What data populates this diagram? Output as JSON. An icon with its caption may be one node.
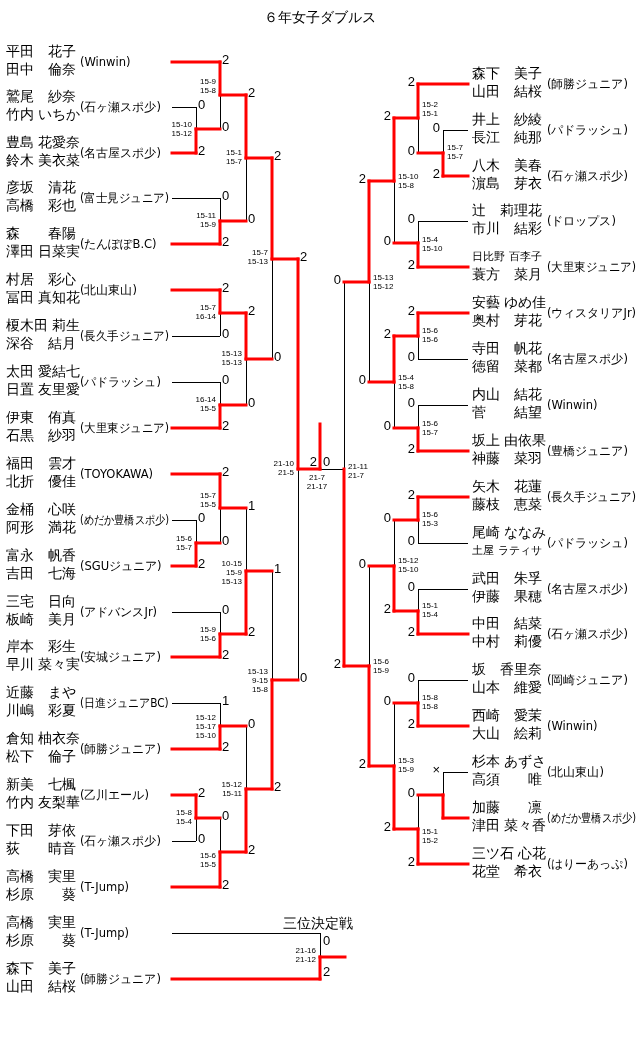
{
  "diagram": {
    "title": "６年女子ダブルス",
    "labels": [
      "平田　花子",
      "田中　倫奈",
      "(Winwin)",
      "鷲尾　紗奈",
      "竹内 いちか",
      "(石ヶ瀬スポ少)",
      "豊島 花愛奈",
      "鈴木 美衣菜",
      "(名古屋スポ少)",
      "彦坂　清花",
      "高橋　彩也",
      "(富士見ジュニア)",
      "森　　春陽",
      "澤田 日菜実",
      "(たんぽぽB.C)",
      "村居　彩心",
      "冨田 真知花",
      "(北山東山)",
      "榎木田 莉生",
      "深谷　結月",
      "(長久手ジュニア)",
      "太田 愛結七",
      "日置 友里愛",
      "(パドラッシュ)",
      "伊東　侑真",
      "石黒　紗羽",
      "(大里東ジュニア)",
      "福田　雲才",
      "北折　優佳",
      "(TOYOKAWA)",
      "金桶　心咲",
      "阿形　満花",
      "(めだか豊橋スポ少)",
      "富永　帆香",
      "吉田　七海",
      "(SGUジュニア)",
      "三宅　日向",
      "板崎　美月",
      "(アドバンスJr)",
      "岸本　彩生",
      "早川 菜々実",
      "(安城ジュニア)",
      "近藤　まや",
      "川嶋　彩夏",
      "(日進ジュニアBC)",
      "倉知 柚衣奈",
      "松下　倫子",
      "(師勝ジュニア)",
      "新美　七楓",
      "竹内 友梨華",
      "(乙川エール)",
      "下田　芽依",
      "荻　　晴音",
      "(石ヶ瀬スポ少)",
      "高橋　実里",
      "杉原　　葵",
      "(T-Jump)",
      "2",
      "0",
      "15-9 15-8",
      "0",
      "2",
      "15-10 15-12",
      "2",
      "0",
      "15-1 15-7",
      "0",
      "2",
      "15-11 15-9",
      "2",
      "0",
      "15-7 15-13",
      "2",
      "0",
      "15-7 16-14",
      "2",
      "0",
      "15-13 15-13",
      "0",
      "2",
      "16-14 15-5",
      "2",
      "0",
      "21-10 21-5",
      "2",
      "0",
      "15-7 15-5",
      "0",
      "2",
      "15-6 15-7",
      "1",
      "2",
      "10-15 15-9 15-13",
      "0",
      "2",
      "15-9 15-6",
      "1",
      "2",
      "15-13 9-15 15-8",
      "1",
      "2",
      "15-12 15-17 15-10",
      "0",
      "2",
      "15-12 15-11",
      "2",
      "0",
      "15-8 15-4",
      "0",
      "2",
      "15-6 15-5",
      "2",
      "0",
      "21-7 21-17",
      "2",
      "0",
      "15-2 15-1",
      "0",
      "2",
      "15-7 15-7",
      "2",
      "0",
      "15-10 15-8",
      "0",
      "2",
      "15-4 15-10",
      "2",
      "0",
      "15-13 15-12",
      "2",
      "0",
      "15-6 15-6",
      "2",
      "0",
      "15-4 15-8",
      "0",
      "2",
      "15-6 15-7",
      "0",
      "2",
      "21-11 21-7",
      "2",
      "0",
      "15-6 15-3",
      "0",
      "2",
      "15-12 15-10",
      "0",
      "2",
      "15-1 15-4",
      "0",
      "2",
      "15-6 15-9",
      "0",
      "2",
      "15-8 15-8",
      "0",
      "2",
      "15-3 15-9",
      "×",
      "0",
      "2",
      "15-1 15-2",
      "森下　美子",
      "山田　結桜",
      "(師勝ジュニア)",
      "井上　紗綾",
      "長江　純那",
      "(パドラッシュ)",
      "八木　美春",
      "濵島　芽衣",
      "(石ヶ瀬スポ少)",
      "辻　莉理花",
      "市川　結彩",
      "(ドロップス)",
      "日比野 百李子",
      "蓑方　菜月",
      "(大里東ジュニア)",
      "安藝 ゆめ佳",
      "奥村　芽花",
      "(ウィスタリアJr)",
      "寺田　帆花",
      "徳留　菜都",
      "(名古屋スポ少)",
      "内山　結花",
      "菅　　結望",
      "(Winwin)",
      "坂上 由依果",
      "神藤　菜羽",
      "(豊橋ジュニア)",
      "矢木　花蓮",
      "藤枝　恵菜",
      "(長久手ジュニア)",
      "尾崎 ななみ",
      "土屋 ラティサ",
      "(パドラッシュ)",
      "武田　朱孚",
      "伊藤　果穂",
      "(名古屋スポ少)",
      "中田　結菜",
      "中村　莉優",
      "(石ヶ瀬スポ少)",
      "坂　香里奈",
      "山本　維愛",
      "(岡崎ジュニア)",
      "西崎　愛茉",
      "大山　絵莉",
      "(Winwin)",
      "杉本 あずさ",
      "高須　　唯",
      "(北山東山)",
      "加藤　　凛",
      "津田 菜々香",
      "(めだか豊橋スポ少)",
      "三ツ石 心花",
      "花堂　希衣",
      "(はりーあっぷ)",
      "三位決定戦",
      "高橋　実里",
      "杉原　　葵",
      "(T-Jump)",
      "森下　美子",
      "山田　結桜",
      "(師勝ジュニア)",
      "0",
      "2",
      "21-16 21-12"
    ]
  }
}
